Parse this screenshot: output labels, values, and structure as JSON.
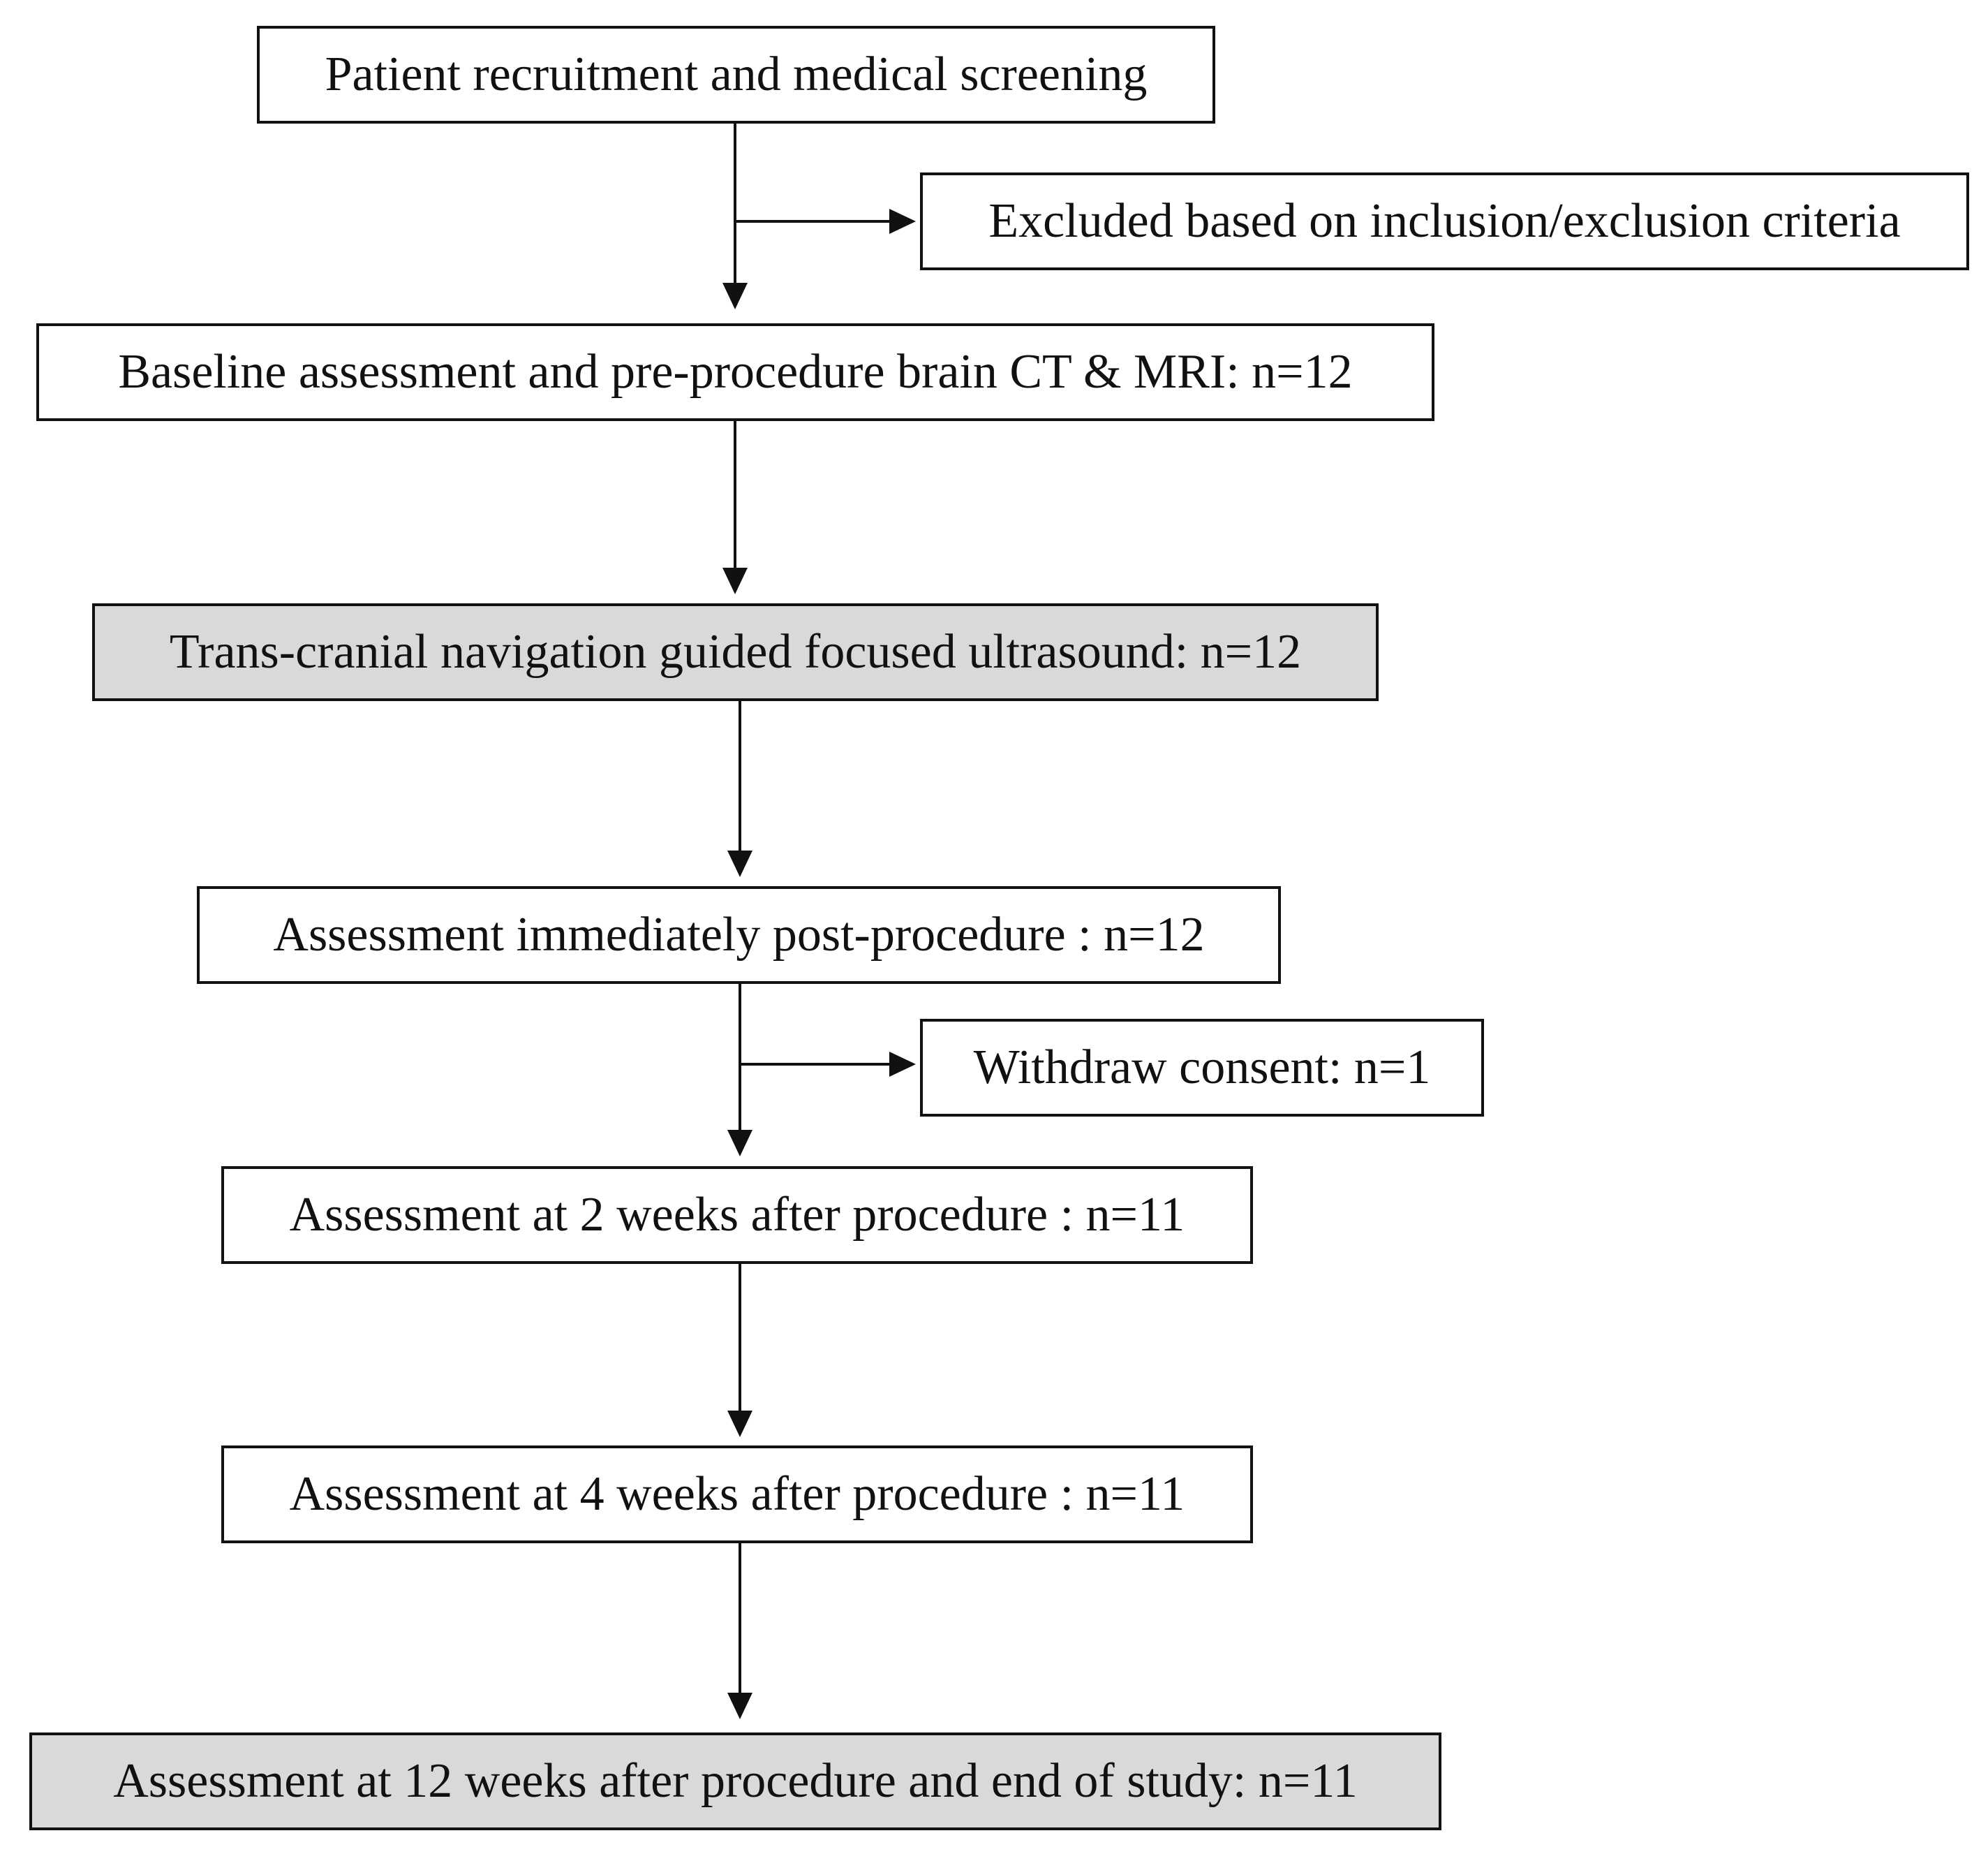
{
  "flowchart": {
    "steps": [
      {
        "id": "recruitment",
        "label": "Patient recruitment and medical  screening",
        "shaded": false
      },
      {
        "id": "baseline",
        "label": "Baseline assessment and pre-procedure brain CT & MRI: n=12",
        "shaded": false
      },
      {
        "id": "procedure",
        "label": "Trans-cranial navigation guided focused ultrasound: n=12",
        "shaded": true
      },
      {
        "id": "post-procedure",
        "label": "Assessment immediately post-procedure : n=12",
        "shaded": false
      },
      {
        "id": "week-2",
        "label": "Assessment at 2 weeks after procedure : n=11",
        "shaded": false
      },
      {
        "id": "week-4",
        "label": "Assessment at 4 weeks after procedure : n=11",
        "shaded": false
      },
      {
        "id": "week-12",
        "label": "Assessment at 12 weeks after procedure and end of study: n=11",
        "shaded": true
      }
    ],
    "side_exits": [
      {
        "id": "excluded",
        "from": "recruitment",
        "label": "Excluded based on inclusion/exclusion criteria"
      },
      {
        "id": "withdrawn",
        "from": "post-procedure",
        "label": "Withdraw consent: n=1"
      }
    ],
    "colors": {
      "line": "#111111",
      "box_fill": "#ffffff",
      "shaded_fill": "#d9d9d9"
    }
  }
}
